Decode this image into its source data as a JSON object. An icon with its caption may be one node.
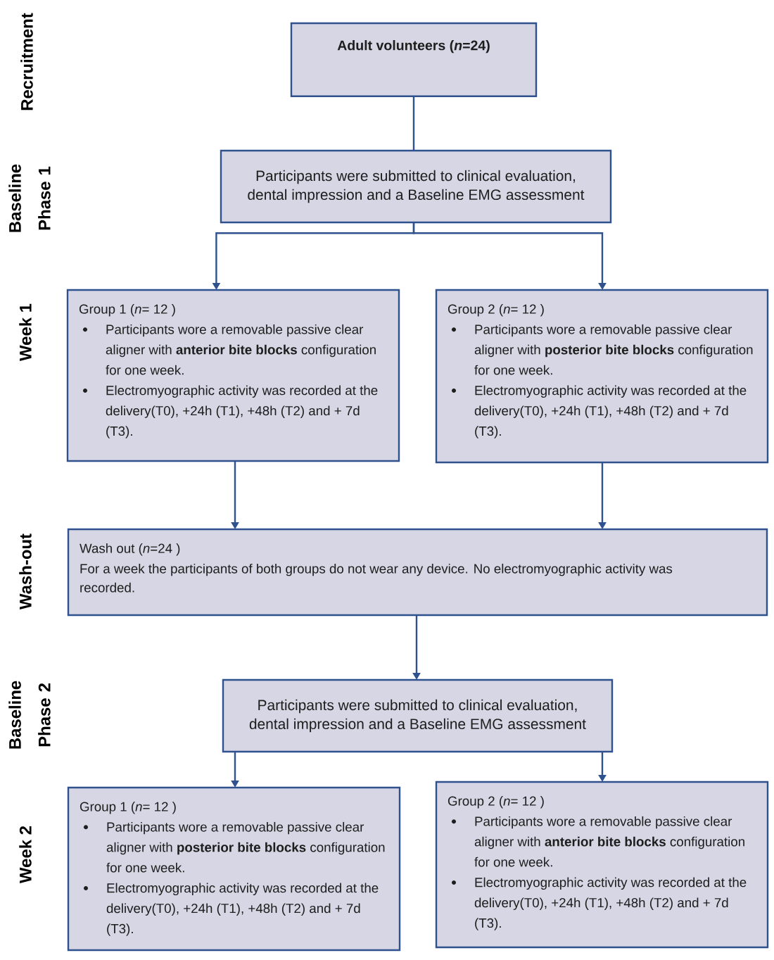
{
  "diagram": {
    "nodes": [
      {
        "text": [
          "Adult volunteers (*n*=24)"
        ]
      },
      {
        "text": [
          "Participants were submitted to clinical evaluation, dental impression and a Baseline EMG assessment"
        ]
      },
      {
        "text": [
          "Group 1 (*n*= 12 )",
          "Participants wore a removable passive clear aligner with **anterior bite blocks** configuration for one week.",
          "Electromyographic activity was recorded at the delivery(T0), +24h (T1), +48h (T2) and + 7d (T3)."
        ]
      },
      {
        "text": [
          "Group 2 (*n*= 12 )",
          "Participants wore a removable passive clear aligner with **posterior bite blocks** configuration for one week.",
          "Electromyographic activity was recorded at the delivery(T0), +24h (T1), +48h (T2) and + 7d (T3)."
        ]
      },
      {
        "text": [
          "Wash out (*n*=24 )",
          "For a week the participants of both groups do not wear any device. No electromyographic activity was recorded."
        ]
      },
      {
        "text": [
          "Participants were submitted to clinical evaluation, dental impression and a Baseline EMG assessment"
        ]
      },
      {
        "text": [
          "Group 1 (*n*= 12 )",
          "Participants wore a removable passive clear aligner with **posterior bite blocks** configuration for one week.",
          "Electromyographic activity was recorded at the delivery(T0), +24h (T1), +48h (T2) and + 7d (T3)."
        ]
      },
      {
        "text": [
          "Group 2 (*n*= 12 )",
          "Participants wore a removable passive clear aligner with **anterior bite blocks** configuration for one week.",
          "Electromyographic activity was recorded at the delivery(T0), +24h (T1), +48h (T2) and + 7d (T3)."
        ]
      }
    ],
    "edges": [
      {
        "from": 0,
        "to": 1,
        "arrow": "none"
      },
      {
        "from": 1,
        "to": 2,
        "arrow": "to"
      },
      {
        "from": 1,
        "to": 3,
        "arrow": "to"
      },
      {
        "from": 2,
        "to": 4,
        "arrow": "to"
      },
      {
        "from": 3,
        "to": 4,
        "arrow": "to"
      },
      {
        "from": 4,
        "to": 5,
        "arrow": "to"
      },
      {
        "from": 5,
        "to": 6,
        "arrow": "to"
      },
      {
        "from": 5,
        "to": 7,
        "arrow": "to"
      }
    ],
    "labels": [
      "Recruitment",
      "Baseline Phase 1",
      "Week 1",
      "Wash-out",
      "Baseline Phase 2",
      "Week 2"
    ]
  }
}
